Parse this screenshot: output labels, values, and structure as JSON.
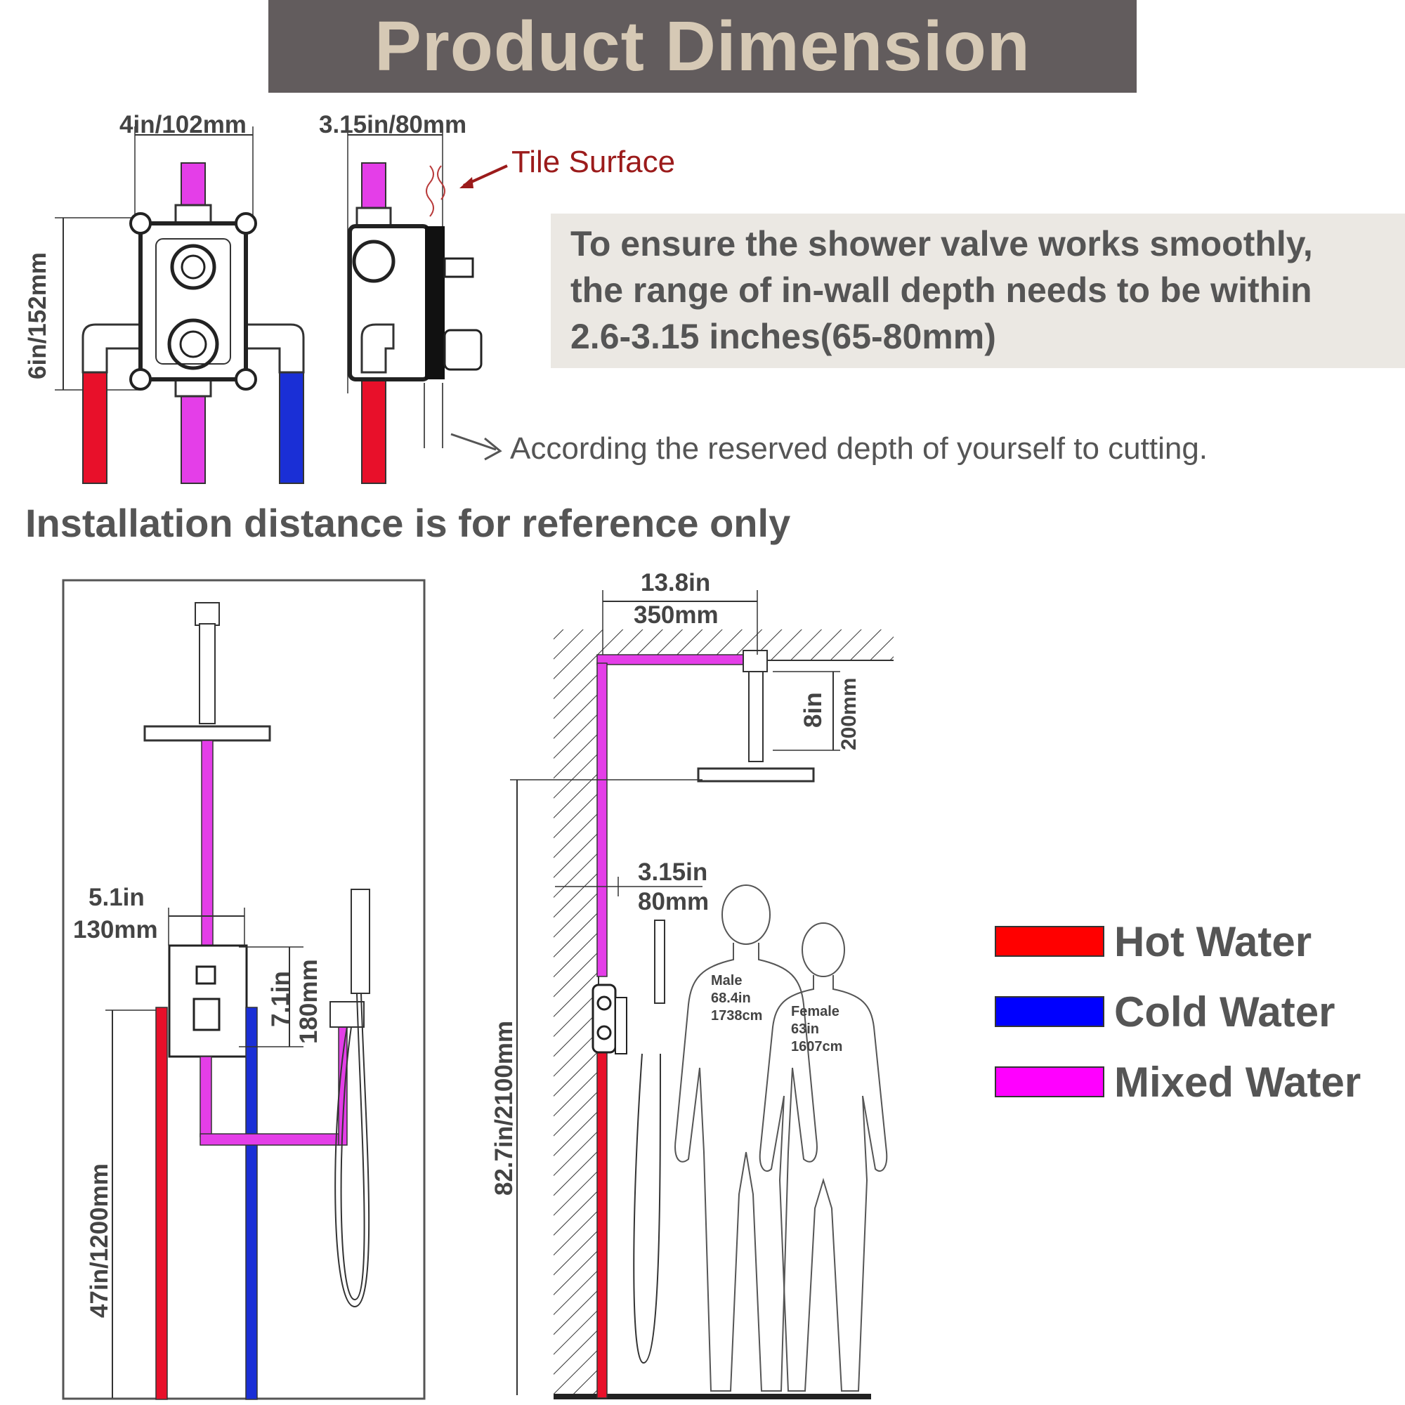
{
  "header": {
    "title": "Product Dimension"
  },
  "valve": {
    "width_label": "4in/102mm",
    "depth_label": "3.15in/80mm",
    "height_label": "6in/152mm",
    "tile_surface": "Tile Surface",
    "cut_note": "According the reserved depth of yourself to cutting."
  },
  "note": {
    "lines": [
      "To ensure the shower valve works smoothly,",
      "the range of in-wall depth needs to be within",
      "2.6-3.15 inches(65-80mm)"
    ]
  },
  "installation": {
    "heading": "Installation distance is for reference only",
    "front": {
      "offset_in": "5.1in",
      "offset_mm": "130mm",
      "valve_height_in": "7.1in",
      "valve_height_mm": "180mm",
      "floor_height": "47in/1200mm"
    },
    "side": {
      "arm_in": "13.8in",
      "arm_mm": "350mm",
      "drop_in": "8in",
      "drop_mm": "200mm",
      "wall_in": "3.15in",
      "wall_mm": "80mm",
      "head_height": "82.7in/2100mm",
      "male": [
        "Male",
        "68.4in",
        "1738cm"
      ],
      "female": [
        "Female",
        "63in",
        "1607cm"
      ]
    }
  },
  "legend": {
    "items": [
      {
        "label": "Hot Water",
        "color": "#ff0000"
      },
      {
        "label": "Cold Water",
        "color": "#0000ff"
      },
      {
        "label": "Mixed Water",
        "color": "#ff00ff"
      }
    ]
  },
  "colors": {
    "title_bar": "#625c5d",
    "title_text": "#d6c9b5",
    "tile_surface": "#9b1b1b",
    "hot": "#e8102a",
    "cold": "#1a2fd6",
    "mixed": "#e43ee8"
  }
}
